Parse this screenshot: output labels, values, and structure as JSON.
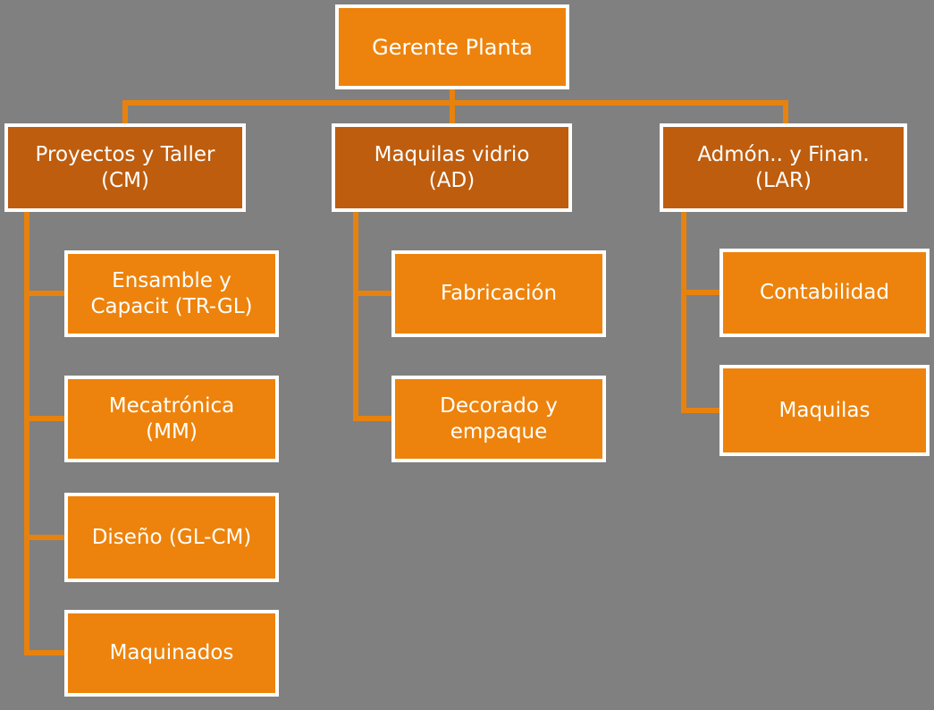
{
  "colors": {
    "background": "#808080",
    "node_fill": "#ED830C",
    "node_fill_dark": "#BE5D0E",
    "connector": "#E8820E",
    "node_border": "#FFFFFF",
    "node_text": "#FFFFFF"
  },
  "chart": {
    "type": "org-chart",
    "root": {
      "label": "Gerente Planta"
    },
    "branches": [
      {
        "label": "Proyectos y Taller\n(CM)",
        "children": [
          "Ensamble y\nCapacit (TR-GL)",
          "Mecatrónica\n(MM)",
          "Diseño (GL-CM)",
          "Maquinados"
        ]
      },
      {
        "label": "Maquilas vidrio\n(AD)",
        "children": [
          "Fabricación",
          "Decorado y\nempaque"
        ]
      },
      {
        "label": "Admón.. y Finan.\n(LAR)",
        "children": [
          "Contabilidad",
          "Maquilas"
        ]
      }
    ]
  }
}
